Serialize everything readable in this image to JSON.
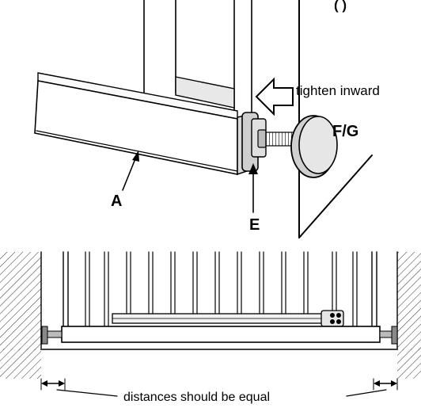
{
  "labels": {
    "header_fragment": "(  )",
    "tighten_inward": "tighten inward",
    "part_fg": "F/G",
    "part_a": "A",
    "part_e": "E",
    "distances": "distances should be equal"
  }
}
